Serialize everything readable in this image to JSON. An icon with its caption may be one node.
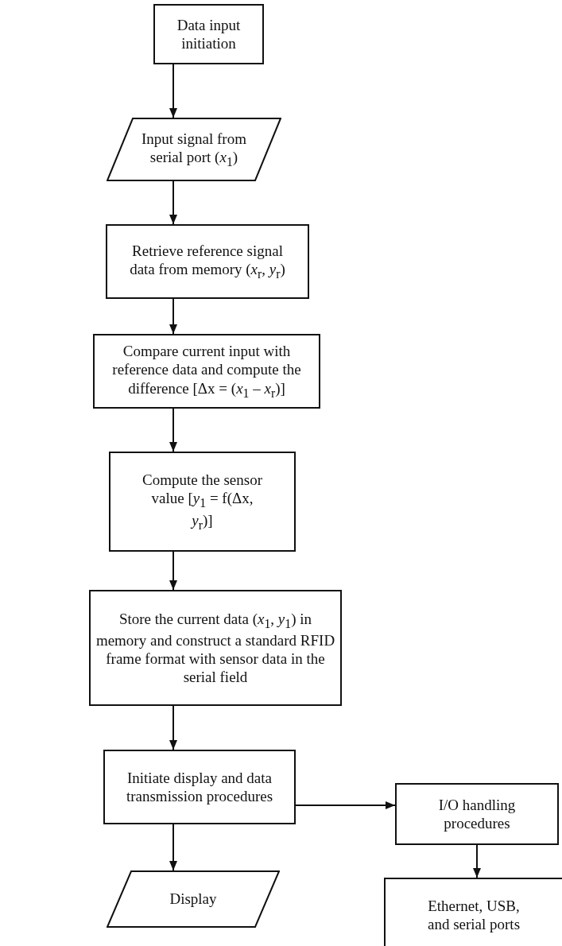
{
  "diagram": {
    "nodes": [
      {
        "text": [
          "Data input initiation"
        ]
      },
      {
        "text": [
          "Input signal from serial port (*x*$_{1}$)"
        ]
      },
      {
        "text": [
          "Retrieve reference signal data from memory (*x*$_{r}$, *y*$_{r}$)"
        ]
      },
      {
        "text": [
          "Compare current input with reference data and compute the difference [Δx = (*x*$_{1}$ – *x*$_{r}$)]"
        ]
      },
      {
        "text": [
          "Compute the sensor value [*y*$_{1}$ = f(Δx, *y*$_{r}$)]"
        ]
      },
      {
        "text": [
          "Store the current data (*x*$_{1}$, *y*$_{1}$) in memory and construct a standard RFID frame format with sensor data in the serial field"
        ]
      },
      {
        "text": [
          "Initiate display and data transmission procedures"
        ]
      },
      {
        "text": [
          "I/O handling procedures"
        ]
      },
      {
        "text": [
          "Display"
        ]
      },
      {
        "text": [
          "Ethernet, USB, and serial ports"
        ]
      }
    ],
    "edges": [
      {
        "from": 0,
        "to": 1,
        "arrow": "to"
      },
      {
        "from": 1,
        "to": 2,
        "arrow": "to"
      },
      {
        "from": 2,
        "to": 3,
        "arrow": "to"
      },
      {
        "from": 3,
        "to": 4,
        "arrow": "to"
      },
      {
        "from": 4,
        "to": 5,
        "arrow": "to"
      },
      {
        "from": 5,
        "to": 6,
        "arrow": "to"
      },
      {
        "from": 6,
        "to": 7,
        "arrow": "to"
      },
      {
        "from": 6,
        "to": 8,
        "arrow": "to"
      },
      {
        "from": 7,
        "to": 9,
        "arrow": "to"
      }
    ]
  }
}
